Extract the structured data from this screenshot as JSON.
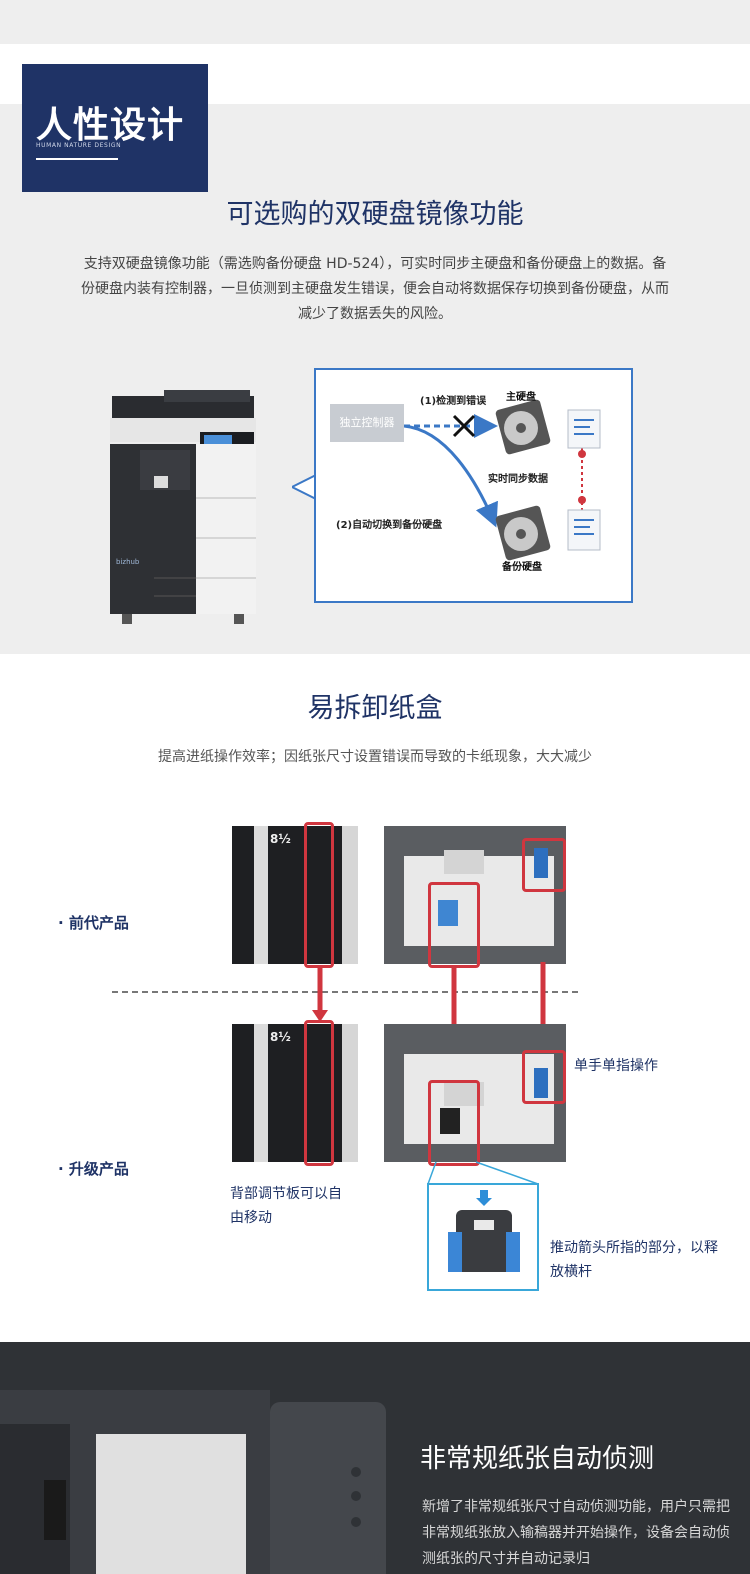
{
  "logo": {
    "main": "人性设计",
    "sub": "HUMAN NATURE DESIGN"
  },
  "section1": {
    "title": "可选购的双硬盘镜像功能",
    "desc": "支持双硬盘镜像功能（需选购备份硬盘 HD-524），可实时同步主硬盘和备份硬盘上的数据。备份硬盘内装有控制器，一旦侦测到主硬盘发生错误，便会自动将数据保存切换到备份硬盘，从而减少了数据丢失的风险。",
    "diagram": {
      "controller": "独立控制器",
      "detect_error": "(1)检测到错误",
      "main_disk": "主硬盘",
      "sync": "实时同步数据",
      "auto_switch": "(2)自动切换到备份硬盘",
      "backup_disk": "备份硬盘"
    },
    "machine_badge": "bizhub"
  },
  "section2": {
    "title": "易拆卸纸盒",
    "desc": "提高进纸操作效率；因纸张尺寸设置错误而导致的卡纸现象，大大减少",
    "prev_label": "· 前代产品",
    "upgrade_label": "· 升级产品",
    "scale_mark": "8½",
    "note_back": "背部调节板可以自由移动",
    "note_single": "单手单指操作",
    "note_push": "推动箭头所指的部分，以释放横杆"
  },
  "section3": {
    "title": "非常规纸张自动侦测",
    "desc": "新增了非常规纸张尺寸自动侦测功能，用户只需把非常规纸张放入输稿器并开始操作，设备会自动侦测纸张的尺寸并自动记录归"
  },
  "colors": {
    "navy": "#1f3366",
    "accent_blue": "#3b78c6",
    "highlight_red": "#d0363f"
  }
}
